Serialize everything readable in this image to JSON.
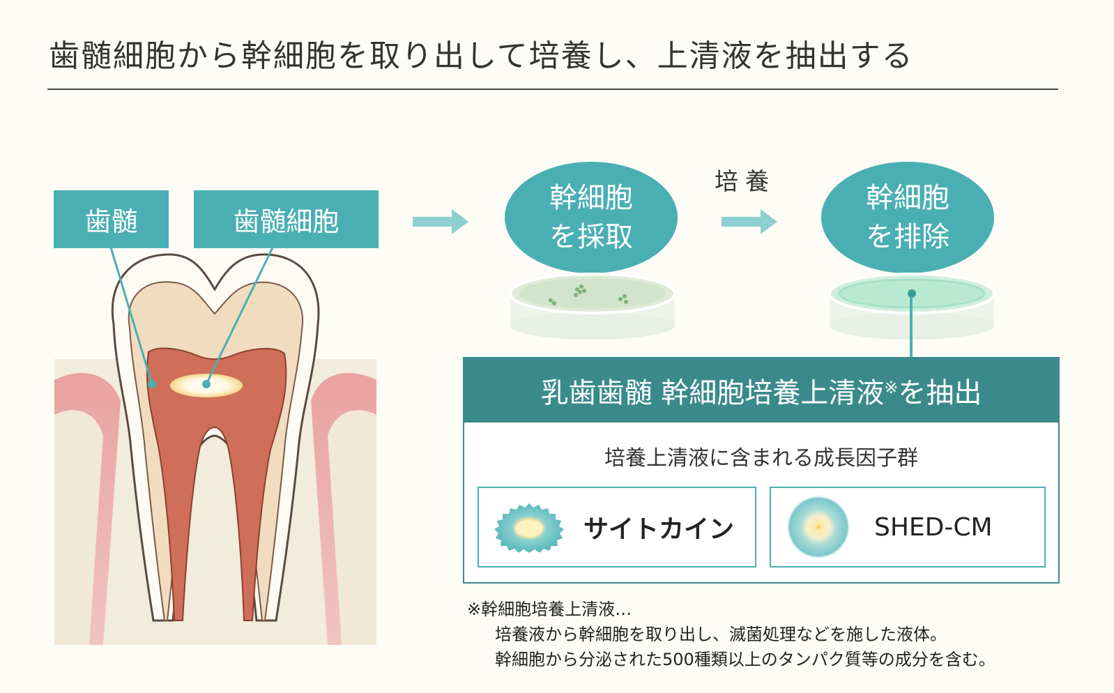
{
  "title": "歯髄細胞から幹細胞を取り出して培養し、上清液を抽出する",
  "labels": {
    "pulp": "歯髄",
    "pulp_cell": "歯髄細胞"
  },
  "step_collect": {
    "line1": "幹細胞",
    "line2": "を採取"
  },
  "culture_label": "培養",
  "step_remove": {
    "line1": "幹細胞",
    "line2": "を排除"
  },
  "extract": {
    "header": "乳歯歯髄 幹細胞培養上清液",
    "header_mark": "※",
    "header_tail": "を抽出",
    "subtitle": "培養上清液に含まれる成長因子群",
    "factors": [
      {
        "label": "サイトカイン",
        "icon": "cytokine-icon"
      },
      {
        "label": "SHED-CM",
        "icon": "shed-cm-icon"
      }
    ]
  },
  "footnote": {
    "line1": "※幹細胞培養上清液…",
    "line2": "培養液から幹細胞を取り出し、滅菌処理などを施した液体。",
    "line3": "幹細胞から分泌された500種類以上のタンパク質等の成分を含む。"
  },
  "colors": {
    "teal": "#4aafb3",
    "dark_teal": "#3a8a8c",
    "gum": "#e8a8a6",
    "pulp": "#cf6e59",
    "dentin": "#f1dcc2",
    "enamel": "#fdf8f0"
  }
}
